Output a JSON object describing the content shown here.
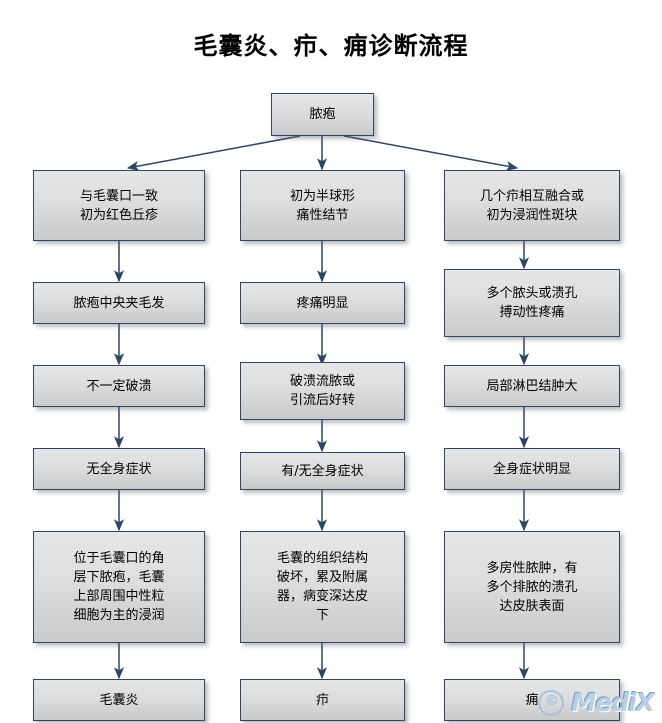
{
  "title": "毛囊炎、疖、痈诊断流程",
  "watermark": {
    "symbol": "©",
    "text": "MediX"
  },
  "colors": {
    "node_border": "#2e4664",
    "node_fill_top": "#e4e6e8",
    "node_fill_bottom": "#c9cacc",
    "edge": "#2e4664",
    "background": "#ffffff",
    "watermark": "#b9cfe6"
  },
  "chart_data": {
    "type": "diagram",
    "diagram_type": "flowchart",
    "title": "毛囊炎、疖、痈诊断流程",
    "root": {
      "id": "root",
      "label": "脓疱"
    },
    "columns": [
      {
        "id": "col-folliculitis",
        "outcome": "毛囊炎",
        "steps": [
          "与毛囊口一致\n初为红色丘疹",
          "脓疱中央夹毛发",
          "不一定破溃",
          "无全身症状",
          "位于毛囊口的角\n层下脓疱，毛囊\n上部周围中性粒\n细胞为主的浸润"
        ]
      },
      {
        "id": "col-furuncle",
        "outcome": "疖",
        "steps": [
          "初为半球形\n痛性结节",
          "疼痛明显",
          "破溃流脓或\n引流后好转",
          "有/无全身症状",
          "毛囊的组织结构\n破坏，累及附属\n器，病变深达皮\n下"
        ]
      },
      {
        "id": "col-carbuncle",
        "outcome": "痈",
        "steps": [
          "几个疖相互融合或\n初为浸润性斑块",
          "多个脓头或溃孔\n搏动性疼痛",
          "局部淋巴结肿大",
          "全身症状明显",
          "多房性脓肿，有\n多个排脓的溃孔\n达皮肤表面"
        ]
      }
    ],
    "edges": [
      {
        "from": "root",
        "to": "col-folliculitis.0",
        "style": "diagonal-arrow"
      },
      {
        "from": "root",
        "to": "col-furuncle.0",
        "style": "straight-arrow"
      },
      {
        "from": "root",
        "to": "col-carbuncle.0",
        "style": "diagonal-arrow"
      },
      {
        "from": "col-folliculitis.0",
        "to": "col-folliculitis.1",
        "style": "straight-arrow"
      },
      {
        "from": "col-folliculitis.1",
        "to": "col-folliculitis.2",
        "style": "straight-arrow"
      },
      {
        "from": "col-folliculitis.2",
        "to": "col-folliculitis.3",
        "style": "straight-arrow"
      },
      {
        "from": "col-folliculitis.3",
        "to": "col-folliculitis.4",
        "style": "straight-arrow"
      },
      {
        "from": "col-folliculitis.4",
        "to": "col-folliculitis.outcome",
        "style": "straight-arrow"
      },
      {
        "from": "col-furuncle.0",
        "to": "col-furuncle.1",
        "style": "straight-arrow"
      },
      {
        "from": "col-furuncle.1",
        "to": "col-furuncle.2",
        "style": "straight-arrow"
      },
      {
        "from": "col-furuncle.2",
        "to": "col-furuncle.3",
        "style": "straight-arrow"
      },
      {
        "from": "col-furuncle.3",
        "to": "col-furuncle.4",
        "style": "straight-arrow"
      },
      {
        "from": "col-furuncle.4",
        "to": "col-furuncle.outcome",
        "style": "straight-arrow"
      },
      {
        "from": "col-carbuncle.0",
        "to": "col-carbuncle.1",
        "style": "straight-arrow"
      },
      {
        "from": "col-carbuncle.1",
        "to": "col-carbuncle.2",
        "style": "straight-arrow"
      },
      {
        "from": "col-carbuncle.2",
        "to": "col-carbuncle.3",
        "style": "straight-arrow"
      },
      {
        "from": "col-carbuncle.3",
        "to": "col-carbuncle.4",
        "style": "straight-arrow"
      },
      {
        "from": "col-carbuncle.4",
        "to": "col-carbuncle.outcome",
        "style": "straight-arrow"
      }
    ]
  }
}
